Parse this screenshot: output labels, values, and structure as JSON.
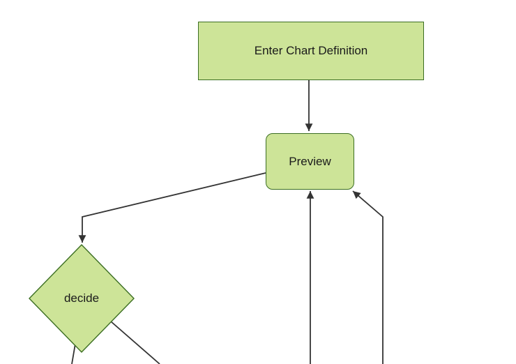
{
  "diagram": {
    "type": "flowchart",
    "direction": "top-down",
    "background_color": "#ffffff",
    "node_fill_color": "#cde498",
    "node_border_color": "#3b6e22",
    "edge_color": "#333333",
    "text_color": "#1a1a1a",
    "nodes": [
      {
        "id": "enter-chart-definition",
        "label": "Enter Chart Definition",
        "shape": "rectangle"
      },
      {
        "id": "preview",
        "label": "Preview",
        "shape": "rounded-rectangle"
      },
      {
        "id": "decide",
        "label": "decide",
        "shape": "diamond"
      }
    ],
    "edges": [
      {
        "from": "enter-chart-definition",
        "to": "preview",
        "arrowhead": true
      },
      {
        "from": "preview",
        "to": "decide",
        "arrowhead": true
      },
      {
        "from": "offscreen-bottom",
        "to": "preview",
        "arrowhead": true
      },
      {
        "from": "offscreen-bottom",
        "to": "preview-bottom-right-corner",
        "arrowhead": true
      },
      {
        "from": "decide",
        "to": "offscreen-bottom",
        "arrowhead": false
      },
      {
        "from": "decide",
        "to": "offscreen-bottom-right",
        "arrowhead": false
      }
    ]
  }
}
